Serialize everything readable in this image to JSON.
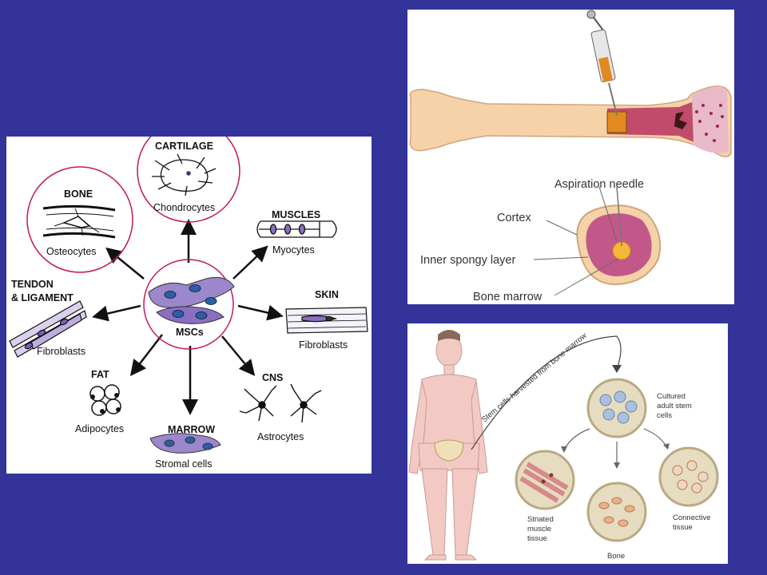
{
  "msc_diagram": {
    "center_label": "MSCs",
    "nodes": {
      "cartilage": {
        "title": "CARTILAGE",
        "cell": "Chondrocytes"
      },
      "bone": {
        "title": "BONE",
        "cell": "Osteocytes"
      },
      "muscles": {
        "title": "MUSCLES",
        "cell": "Myocytes"
      },
      "tendon": {
        "title_line1": "TENDON",
        "title_line2": "& LIGAMENT",
        "cell": "Fibroblasts"
      },
      "skin": {
        "title": "SKIN",
        "cell": "Fibroblasts"
      },
      "fat": {
        "title": "FAT",
        "cell": "Adipocytes"
      },
      "marrow": {
        "title": "MARROW",
        "cell": "Stromal cells"
      },
      "cns": {
        "title": "CNS",
        "cell": "Astrocytes"
      }
    }
  },
  "bone_marrow_diagram": {
    "labels": {
      "needle": "Aspiration needle",
      "cortex": "Cortex",
      "spongy": "Inner spongy layer",
      "marrow": "Bone marrow"
    }
  },
  "harvest_diagram": {
    "arc_label": "Stem cells harvested from bone marrow",
    "cultured": [
      "Cultured",
      "adult stem",
      "cells"
    ],
    "muscle": [
      "Striated",
      "muscle",
      "tissue"
    ],
    "bone": "Bone",
    "connective": [
      "Connective",
      "tissue"
    ]
  },
  "colors": {
    "background": "#333399",
    "circle_outline": "#c2185b",
    "cell_purple": "#8a6fc0"
  }
}
